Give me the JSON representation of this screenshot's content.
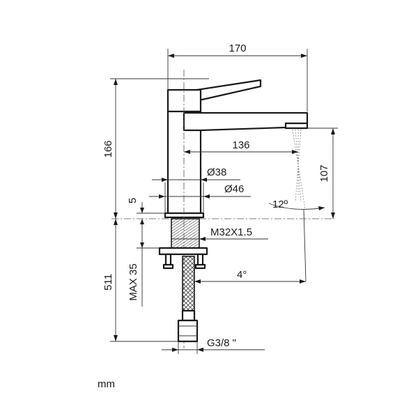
{
  "drawing": {
    "unit": "mm",
    "dimensions": {
      "overall_width": "170",
      "overall_height": "166",
      "spout_reach": "136",
      "spout_height": "107",
      "body_diameter": "Ø38",
      "base_diameter": "Ø46",
      "base_thickness": "5",
      "thread": "M32X1.5",
      "max_deck_thickness": "MAX 35",
      "hose_length": "511",
      "hose_connection": "G3/8 \"",
      "spray_angle": "12º",
      "hose_angle": "4°"
    }
  }
}
